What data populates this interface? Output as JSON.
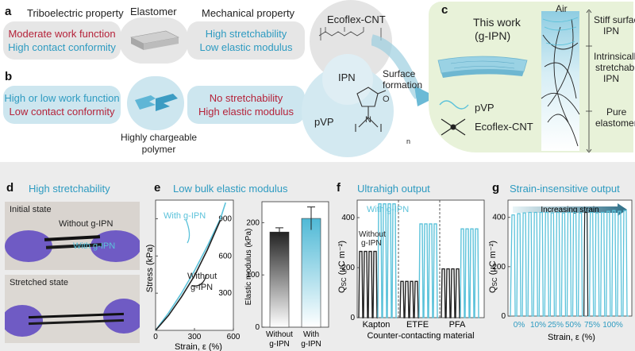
{
  "panel_a": {
    "label": "a",
    "left_title": "Triboelectric property",
    "left_line1": "Moderate work function",
    "left_line2": "High contact conformity",
    "center_title": "Elastomer",
    "right_title": "Mechanical property",
    "right_line1": "High stretchability",
    "right_line2": "Low elastic modulus",
    "material": "Ecoflex-CNT"
  },
  "panel_b": {
    "label": "b",
    "left_line1": "High or low work function",
    "left_line2": "Low contact conformity",
    "center_caption1": "Highly chargeable",
    "center_caption2": "polymer",
    "right_line1": "No stretchability",
    "right_line2": "High elastic modulus",
    "material": "pVP",
    "ipn": "IPN",
    "surface1": "Surface",
    "surface2": "formation",
    "chem_n": "n"
  },
  "panel_c": {
    "label": "c",
    "title1": "This work",
    "title2": "(g-IPN)",
    "air": "Air",
    "layer1a": "Stiff surface",
    "layer1b": "IPN",
    "layer2a": "Intrinsically",
    "layer2b": "stretchable",
    "layer2c": "IPN",
    "layer3a": "Pure",
    "layer3b": "elastomer",
    "legend_pvp": "pVP",
    "legend_ecoflex": "Ecoflex-CNT"
  },
  "panel_d": {
    "label": "d",
    "title": "High stretchability",
    "initial": "Initial state",
    "without": "Without g-IPN",
    "with": "With g-IPN",
    "stretched": "Stretched state"
  },
  "panel_e": {
    "label": "e",
    "title": "Low bulk elastic modulus",
    "with_label": "With g-IPN",
    "without_label1": "Without",
    "without_label2": "g-IPN",
    "ylabel": "Stress (kPa)",
    "xlabel": "Strain, ε (%)",
    "bar_ylabel": "Elastic modulus (kPa)",
    "bar_cat1a": "Without",
    "bar_cat1b": "g-IPN",
    "bar_cat2a": "With",
    "bar_cat2b": "g-IPN"
  },
  "panel_f": {
    "label": "f",
    "title": "Ultrahigh output",
    "with_label": "With g-IPN",
    "without_label1": "Without",
    "without_label2": "g-IPN",
    "ylabel_main": "Q",
    "ylabel_sub": "SC",
    "ylabel_unit": " (μC m⁻²)",
    "xlabel": "Counter-contacting material",
    "cat1": "Kapton",
    "cat2": "ETFE",
    "cat3": "PFA"
  },
  "panel_g": {
    "label": "g",
    "title": "Strain-insensitive output",
    "arrow_label": "Increasing strain",
    "ylabel_main": "Q",
    "ylabel_sub": "SC",
    "ylabel_unit": " (μC m⁻²)",
    "xlabel": "Strain, ε (%)",
    "ticks": [
      "0%",
      "10%",
      "25%",
      "50%",
      "75%",
      "100%"
    ]
  },
  "chart_data": [
    {
      "type": "line",
      "xlabel": "Strain, ε (%)",
      "ylabel": "Stress (kPa)",
      "xlim": [
        0,
        600
      ],
      "ylim": [
        0,
        1050
      ],
      "xticks": [
        0,
        300,
        600
      ],
      "yticks": [
        300,
        600,
        900
      ],
      "series": [
        {
          "name": "With g-IPN",
          "color": "#5bc2da",
          "x": [
            0,
            100,
            200,
            300,
            400,
            500,
            540
          ],
          "y": [
            0,
            140,
            300,
            480,
            680,
            900,
            1030
          ]
        },
        {
          "name": "Without g-IPN",
          "color": "#222222",
          "x": [
            0,
            100,
            200,
            300,
            400,
            500
          ],
          "y": [
            0,
            120,
            270,
            440,
            650,
            890
          ]
        }
      ]
    },
    {
      "type": "bar",
      "ylabel": "Elastic modulus (kPa)",
      "categories": [
        "Without g-IPN",
        "With g-IPN"
      ],
      "values": [
        182,
        208
      ],
      "errors": [
        8,
        22
      ],
      "ylim": [
        0,
        240
      ],
      "yticks": [
        0,
        100,
        200
      ]
    },
    {
      "type": "line",
      "ylabel": "QSC (μC m⁻²)",
      "xlabel": "Counter-contacting material",
      "ylim": [
        0,
        470
      ],
      "yticks": [
        0,
        200,
        400
      ],
      "categories": [
        "Kapton",
        "ETFE",
        "PFA"
      ],
      "without_peaks": [
        265,
        145,
        195
      ],
      "with_peaks": [
        455,
        375,
        355
      ]
    },
    {
      "type": "line",
      "ylabel": "QSC (μC m⁻²)",
      "xlabel": "Strain, ε (%)",
      "ylim": [
        0,
        470
      ],
      "yticks": [
        0,
        200,
        400
      ],
      "categories": [
        "0%",
        "10%",
        "25%",
        "50%",
        "75%",
        "100%"
      ],
      "peaks": [
        410,
        415,
        418,
        420,
        420,
        420,
        420,
        418,
        420,
        418,
        420,
        420,
        418,
        420,
        420,
        418,
        420,
        425,
        428,
        425,
        428
      ]
    }
  ]
}
